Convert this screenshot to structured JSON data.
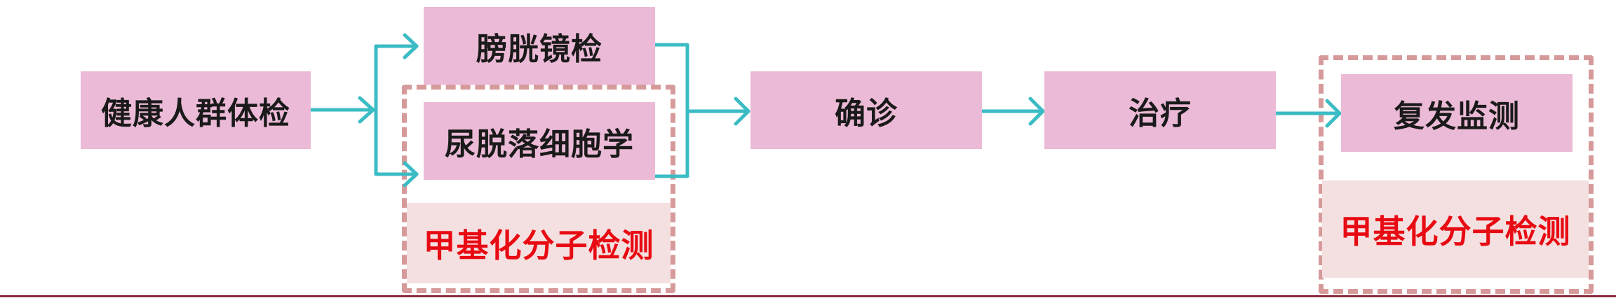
{
  "nodes": {
    "health_check": "健康人群体检",
    "cystoscopy": "膀胱镜检",
    "urine_cytology": "尿脱落细胞学",
    "methylation_screening": "甲基化分子检测",
    "diagnosis": "确诊",
    "treatment": "治疗",
    "relapse_monitoring": "复发监测",
    "methylation_monitoring": "甲基化分子检测"
  },
  "colors": {
    "node_fill": "#ebbad6",
    "highlight_fill": "#f4e0e0",
    "highlight_text": "#e80a12",
    "arrow": "#3bbcc4",
    "dashed_border": "#d79a9a"
  }
}
